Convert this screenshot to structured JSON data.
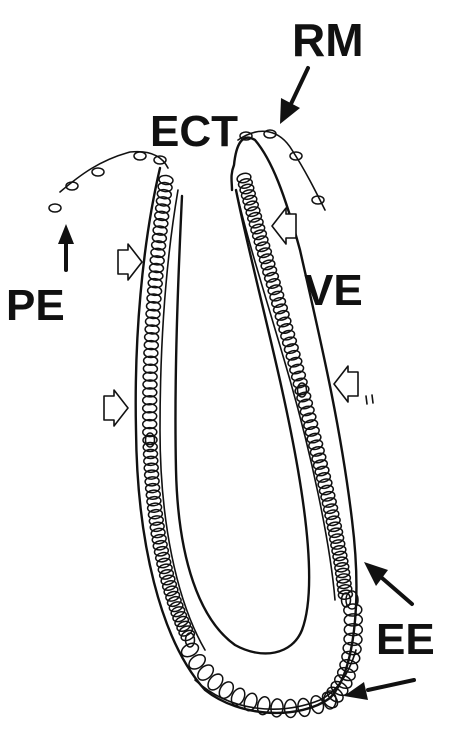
{
  "labels": {
    "rm": "RM",
    "ect": "ECT",
    "pe": "PE",
    "ve": "VE",
    "ee": "EE"
  },
  "colors": {
    "ink": "#111111",
    "background": "#ffffff"
  }
}
